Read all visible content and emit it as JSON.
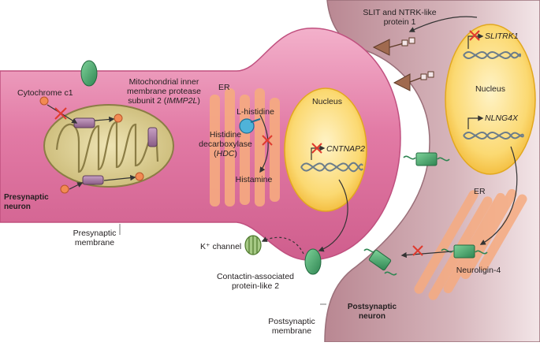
{
  "labels": {
    "cytochrome": "Cytochrome c1",
    "immp2l_1": "Mitochondrial inner",
    "immp2l_2": "membrane protease",
    "immp2l_3a": "subunit 2 (",
    "immp2l_3b": "IMMP2L",
    "immp2l_3c": ")",
    "er_pre": "ER",
    "lhist": "L-histidine",
    "hdc_1": "Histidine",
    "hdc_2": "decarboxylase",
    "hdc_3a": "(",
    "hdc_3b": "HDC",
    "hdc_3c": ")",
    "histamine": "Histamine",
    "nucleus_pre": "Nucleus",
    "cntnap2": "CNTNAP2",
    "presyn_neuron_1": "Presynaptic",
    "presyn_neuron_2": "neuron",
    "presyn_membrane_1": "Presynaptic",
    "presyn_membrane_2": "membrane",
    "k_channel": "K⁺ channel",
    "caspr_1": "Contactin-associated",
    "caspr_2": "protein-like 2",
    "postsyn_membrane_1": "Postsynaptic",
    "postsyn_membrane_2": "membrane",
    "slit_1": "SLIT and NTRK-like",
    "slit_2": "protein 1",
    "slitrk1": "SLITRK1",
    "nucleus_post": "Nucleus",
    "nlgn4x": "NLNG4X",
    "er_post": "ER",
    "neuroligin": "Neuroligin-4",
    "postsyn_neuron_1": "Postsynaptic",
    "postsyn_neuron_2": "neuron"
  },
  "colors": {
    "presynaptic_fill": "#e07ba6",
    "presynaptic_edge": "#c0507f",
    "postsynaptic_fill": "#c49aa3",
    "postsynaptic_edge": "#9a6f79",
    "nucleus_fill": "#f7c948",
    "nucleus_edge": "#e2a81f",
    "mitochondrion_fill": "#d8cc8c",
    "er_fill": "#f4a57a",
    "protein_green": "#3f9b66",
    "inhibit_red": "#e03a2e",
    "arrow_dark": "#333333"
  }
}
